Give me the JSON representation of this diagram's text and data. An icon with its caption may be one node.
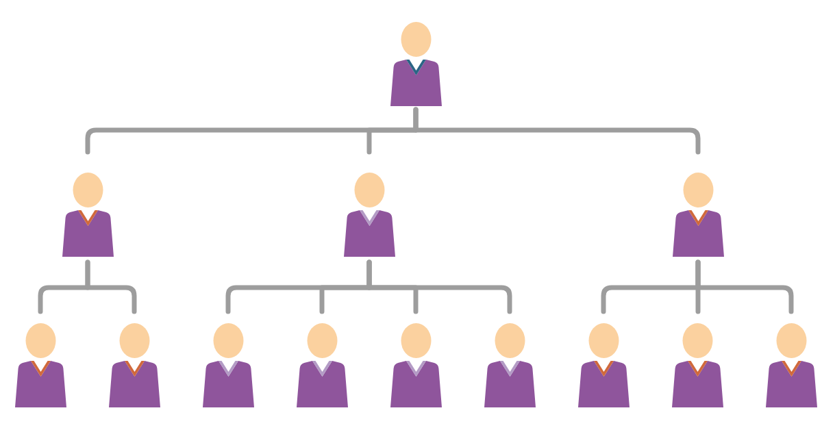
{
  "diagram": {
    "nodes": [
      {
        "text": [],
        "shape": "person"
      },
      {
        "text": [],
        "shape": "person"
      },
      {
        "text": [],
        "shape": "person"
      },
      {
        "text": [],
        "shape": "person"
      },
      {
        "text": [],
        "shape": "person"
      },
      {
        "text": [],
        "shape": "person"
      },
      {
        "text": [],
        "shape": "person"
      },
      {
        "text": [],
        "shape": "person"
      },
      {
        "text": [],
        "shape": "person"
      },
      {
        "text": [],
        "shape": "person"
      },
      {
        "text": [],
        "shape": "person"
      },
      {
        "text": [],
        "shape": "person"
      },
      {
        "text": [],
        "shape": "person"
      }
    ],
    "edges": [
      {
        "from": 0,
        "to": 1,
        "arrow": "none"
      },
      {
        "from": 0,
        "to": 2,
        "arrow": "none"
      },
      {
        "from": 0,
        "to": 3,
        "arrow": "none"
      },
      {
        "from": 1,
        "to": 4,
        "arrow": "none"
      },
      {
        "from": 1,
        "to": 5,
        "arrow": "none"
      },
      {
        "from": 2,
        "to": 6,
        "arrow": "none"
      },
      {
        "from": 2,
        "to": 7,
        "arrow": "none"
      },
      {
        "from": 2,
        "to": 8,
        "arrow": "none"
      },
      {
        "from": 2,
        "to": 9,
        "arrow": "none"
      },
      {
        "from": 3,
        "to": 10,
        "arrow": "none"
      },
      {
        "from": 3,
        "to": 11,
        "arrow": "none"
      },
      {
        "from": 3,
        "to": 12,
        "arrow": "none"
      }
    ]
  }
}
